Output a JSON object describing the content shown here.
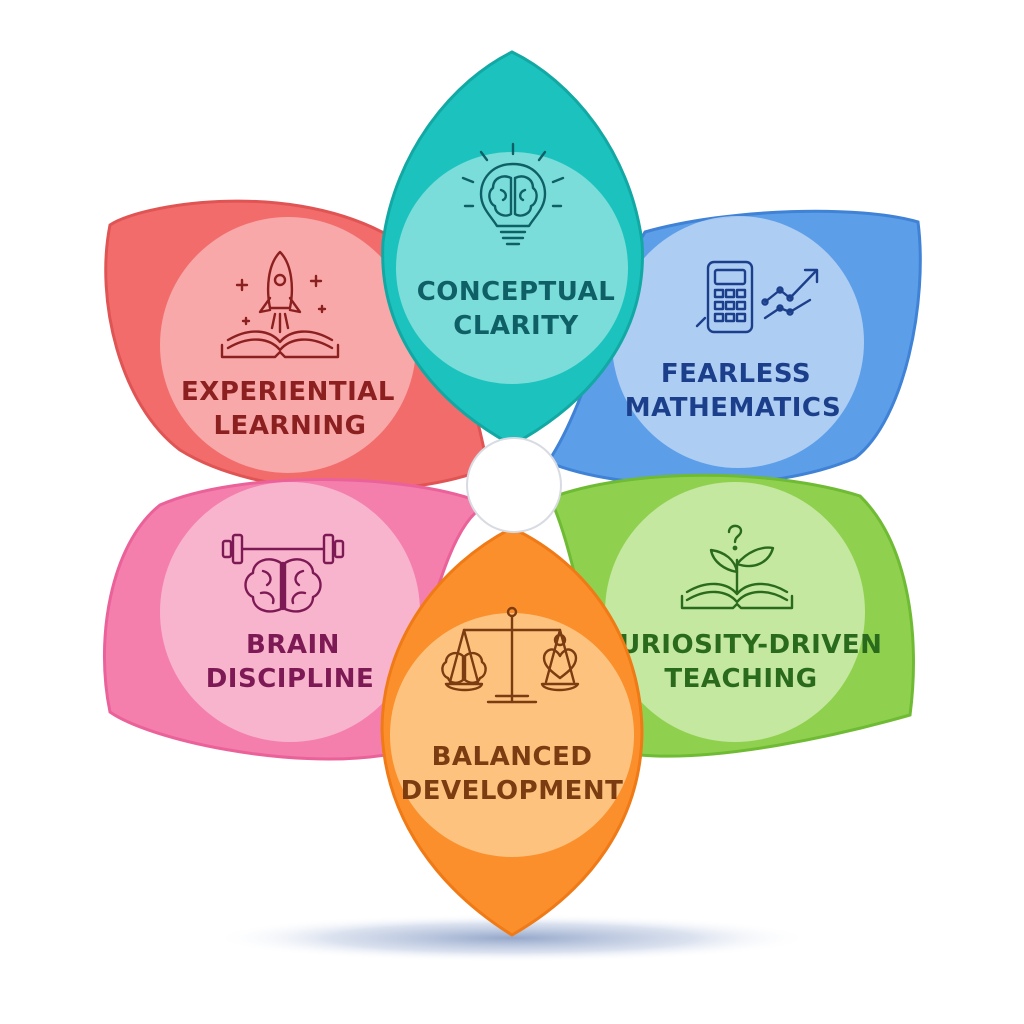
{
  "petals": [
    {
      "id": "conceptual-clarity",
      "lines": [
        "CONCEPTUAL",
        "CLARITY"
      ],
      "icon": "lightbulb-brain-icon",
      "colors": {
        "outer": "#1cc3be",
        "outer_dark": "#12a8a4",
        "inner": "#9ae6e2",
        "text": "#0e5f66"
      }
    },
    {
      "id": "fearless-mathematics",
      "lines": [
        "FEARLESS",
        "MATHEMATICS"
      ],
      "icon": "calculator-chart-icon",
      "colors": {
        "outer": "#5c9ee8",
        "outer_dark": "#3f82d6",
        "inner": "#c8dcf7",
        "text": "#1c3f8c"
      }
    },
    {
      "id": "curiosity-driven-teaching",
      "lines": [
        "CURIOSITY-DRIVEN",
        "TEACHING"
      ],
      "icon": "plant-book-icon",
      "colors": {
        "outer": "#8fd14f",
        "outer_dark": "#6fbb33",
        "inner": "#d6efbb",
        "text": "#2a6a1c"
      }
    },
    {
      "id": "balanced-development",
      "lines": [
        "BALANCED",
        "DEVELOPMENT"
      ],
      "icon": "scale-brain-heart-icon",
      "colors": {
        "outer": "#fb8f2c",
        "outer_dark": "#ef7a16",
        "inner": "#fdd49a",
        "text": "#7a3c10"
      }
    },
    {
      "id": "brain-discipline",
      "lines": [
        "BRAIN",
        "DISCIPLINE"
      ],
      "icon": "brain-barbell-icon",
      "colors": {
        "outer": "#f47fad",
        "outer_dark": "#ea6299",
        "inner": "#f9c6d8",
        "text": "#7d1a55"
      }
    },
    {
      "id": "experiential-learning",
      "lines": [
        "EXPERIENTIAL",
        "LEARNING"
      ],
      "icon": "rocket-book-icon",
      "colors": {
        "outer": "#f26c6c",
        "outer_dark": "#e05454",
        "inner": "#f9bcbc",
        "text": "#8c1f1f"
      }
    }
  ],
  "center": {
    "color": "#ffffff"
  }
}
